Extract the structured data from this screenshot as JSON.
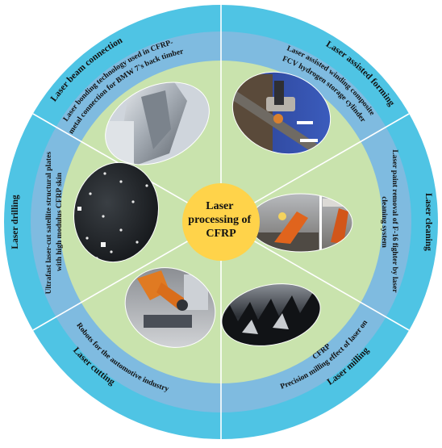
{
  "center": {
    "label_lines": [
      "Laser",
      "processing of",
      "CFRP"
    ]
  },
  "colors": {
    "outer_ring": "#4fc4e4",
    "middle_ring": "#7fbbe0",
    "inner_disc": "#c9e3ad",
    "center_disc": "#ffd34a",
    "divider": "#ffffff",
    "text": "#111111"
  },
  "sectors": [
    {
      "id": "beam-connection",
      "category": "Laser beam connection",
      "description_lines": [
        "Laser bonding technology used in CFRP-",
        "metal connection for BMW 7's back timber"
      ],
      "photo_icon": "cfrp-metal-part-photo"
    },
    {
      "id": "assisted-forming",
      "category": "Laser assisted forming",
      "description_lines": [
        "Laser assisted winding composite",
        "FCV hydrogen storage cylinder"
      ],
      "photo_icon": "winding-machine-photo"
    },
    {
      "id": "cleaning",
      "category": "Laser cleaning",
      "description_lines": [
        "Laser paint removal of F-16 fighter by laser",
        "cleaning system"
      ],
      "photo_icon": "paint-removal-robot-photo"
    },
    {
      "id": "milling",
      "category": "Laser milling",
      "description_lines": [
        "Precision milling effect of laser on",
        "CFRP"
      ],
      "photo_icon": "milled-cfrp-photo"
    },
    {
      "id": "cutting",
      "category": "Laser cutting",
      "description_lines": [
        "Robots for the automotive industry"
      ],
      "photo_icon": "cutting-robot-photo"
    },
    {
      "id": "drilling",
      "category": "Laser drilling",
      "description_lines": [
        "Ultrafast laser-cut satellite structural plates",
        "with high modulus CFRP skin"
      ],
      "photo_icon": "cfrp-skin-photo"
    }
  ]
}
